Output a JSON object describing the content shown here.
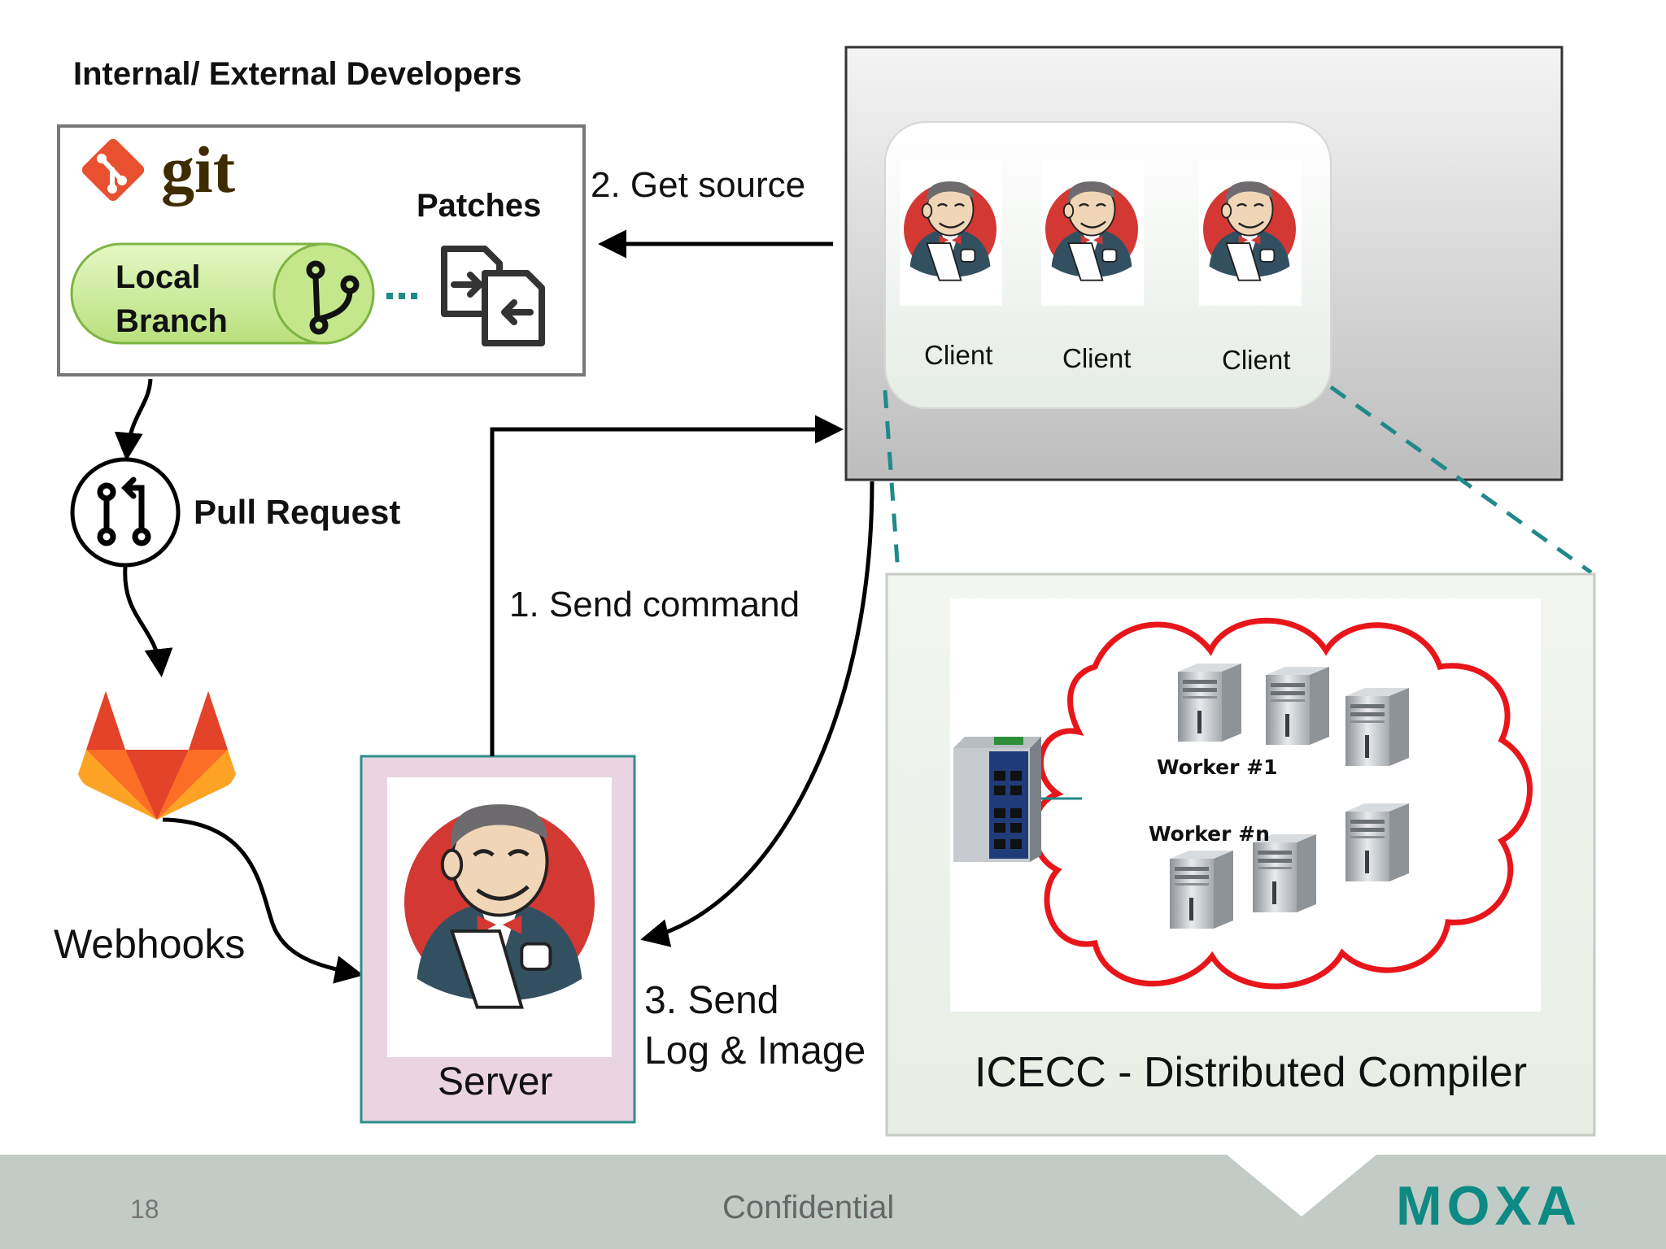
{
  "developers_title": "Internal/ External Developers",
  "git_label": "git",
  "patches_label": "Patches",
  "local_branch": [
    "Local",
    "Branch"
  ],
  "pull_request_label": "Pull Request",
  "webhooks_label": "Webhooks",
  "server_label": "Server",
  "get_source_label": "2. Get source",
  "send_command_label": "1. Send command",
  "send_log_label": [
    "3. Send",
    "Log & Image"
  ],
  "clients": [
    "Client",
    "Client",
    "Client"
  ],
  "worker_first_label": "Worker #1",
  "worker_n_label": "Worker #n",
  "icecc_label": "ICECC - Distributed Compiler",
  "footer": {
    "page_number": "18",
    "confidential": "Confidential",
    "brand": "MOXA"
  },
  "colors": {
    "git_orange": "#e8502f",
    "branch_green": "#c8ec90",
    "server_bg": "#ead4e2",
    "server_border": "#2f8f8a",
    "teal_dash": "#1f8a89",
    "cloud_red": "#e8161b",
    "footer_bg": "#c2cbc5",
    "moxa_teal": "#0d8a83"
  }
}
